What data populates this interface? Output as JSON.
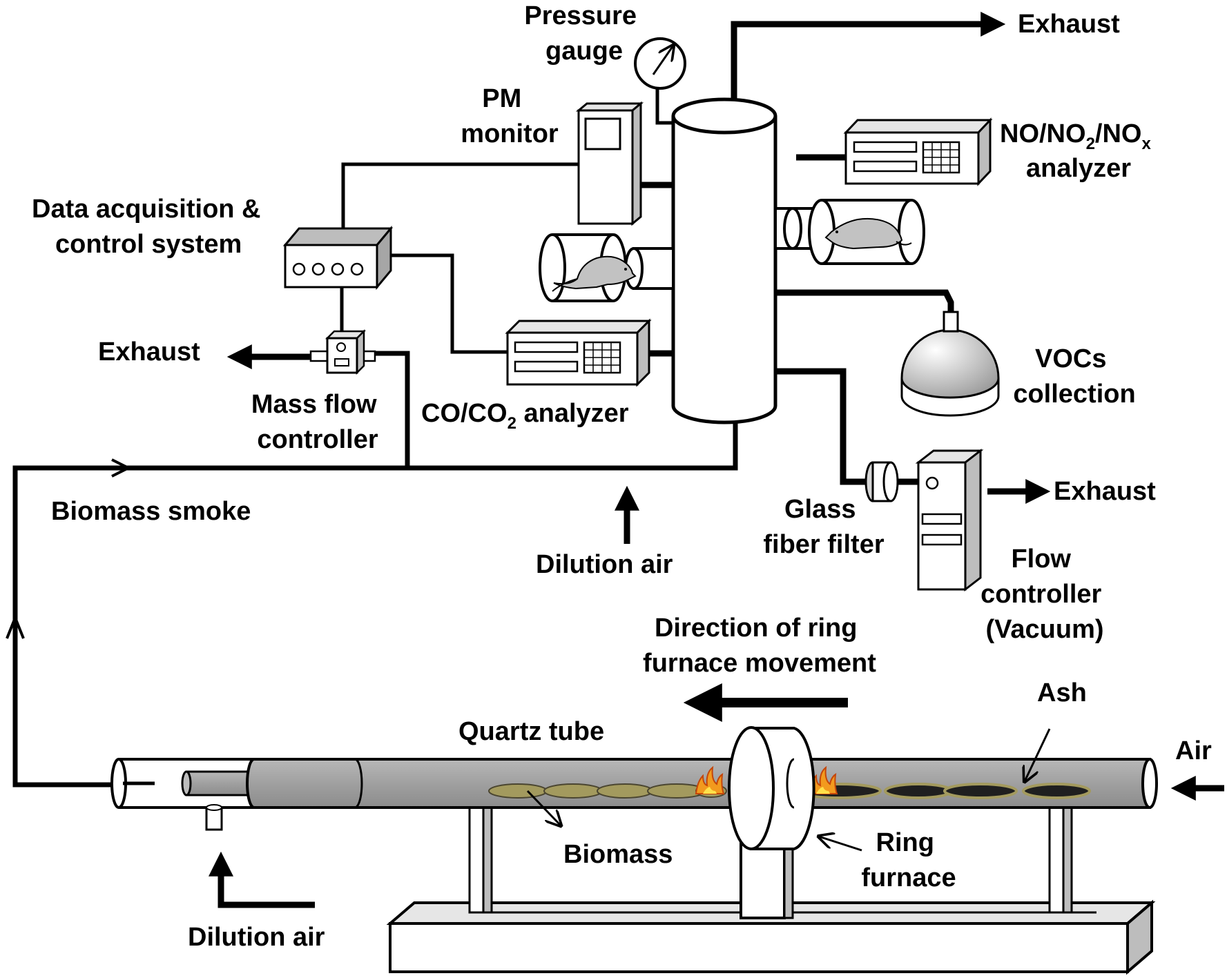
{
  "labels": {
    "pressure_gauge": [
      "Pressure",
      "gauge"
    ],
    "exhaust_top": "Exhaust",
    "pm_monitor": [
      "PM",
      "monitor"
    ],
    "nox_analyzer": {
      "line1_parts": [
        "NO/NO",
        "2",
        "/NO",
        "x"
      ],
      "line2": "analyzer"
    },
    "daq": [
      "Data acquisition &",
      "control system"
    ],
    "exhaust_left": "Exhaust",
    "mass_flow_controller": [
      "Mass flow",
      "controller"
    ],
    "co_analyzer": {
      "parts": [
        "CO/CO",
        "2",
        " analyzer"
      ]
    },
    "vocs": [
      "VOCs",
      "collection"
    ],
    "biomass_smoke": "Biomass smoke",
    "glass_fiber_filter": [
      "Glass",
      "fiber filter"
    ],
    "exhaust_right": "Exhaust",
    "dilution_air_mid": "Dilution air",
    "flow_controller": [
      "Flow",
      "controller",
      "(Vacuum)"
    ],
    "direction": [
      "Direction of ring",
      "furnace movement"
    ],
    "ash": "Ash",
    "quartz_tube": "Quartz tube",
    "air": "Air",
    "biomass": "Biomass",
    "ring_furnace": [
      "Ring",
      "furnace"
    ],
    "dilution_air_bottom": "Dilution air"
  },
  "colors": {
    "line": "#000000",
    "tube_fill": "#a8a8a8",
    "box_fill": "#e6e6e6",
    "biomass": "#a39a5e",
    "ash": "#1f1f1f",
    "flame": "#f29a1e"
  }
}
